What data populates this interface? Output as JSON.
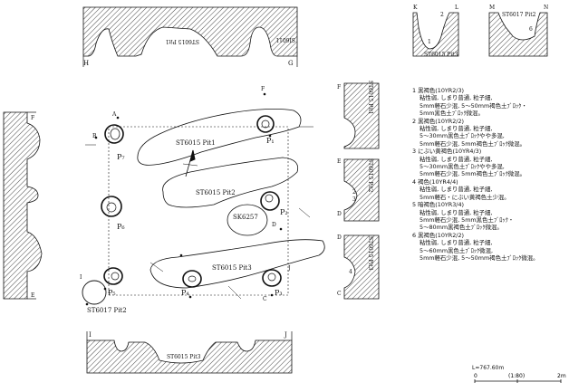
{
  "legend": [
    {
      "head": "1 黒褐色(10YR2/3)",
      "lines": [
        "粘性弱, しまり普通, 粒子細,",
        "5mm軽石少混, 5～50mm褐色土ﾌﾞﾛｯｸ・",
        "5mm黒色土ﾌﾞﾛｯｸ微混。"
      ]
    },
    {
      "head": "2 黒褐色(10YR2/2)",
      "lines": [
        "粘性弱, しまり普通, 粒子細,",
        "5～30mm黒色土ﾌﾞﾛｯｸやや多混,",
        "5mm軽石少混, 5mm褐色土ﾌﾞﾛｯｸ微混。"
      ]
    },
    {
      "head": "3 にぶい黄褐色(10YR4/3)",
      "lines": [
        "粘性弱, しまり普通, 粒子細,",
        "5～30mm黒色土ﾌﾞﾛｯｸやや多混,",
        "5mm軽石少混, 5mm褐色土ﾌﾞﾛｯｸ微混。"
      ]
    },
    {
      "head": "4 褐色(10YR4/4)",
      "lines": [
        "粘性弱, しまり普通, 粒子細,",
        "5mm軽石・にぶい黄褐色土少混。"
      ]
    },
    {
      "head": "5 暗褐色(10YR3/4)",
      "lines": [
        "粘性弱, しまり普通, 粒子細,",
        "5mm軽石少混, 5mm黒色土ﾌﾞﾛｯｸ・",
        "5～80mm黒褐色土ﾌﾞﾛｯｸ微混。"
      ]
    },
    {
      "head": "6 黒褐色(10YR2/2)",
      "lines": [
        "粘性弱, しまり普通, 粒子細,",
        "5～60mm黒色土ﾌﾞﾛｯｸ微混,",
        "5mm軽石少混, 5～50mm褐色土ﾌﾞﾛｯｸ微混。"
      ]
    }
  ],
  "plan_labels": {
    "pit1": "ST6015 Pit1",
    "pit2": "ST6015 Pit2",
    "pit3": "ST6015 Pit3",
    "sk": "SK6257",
    "st6017": "ST6017 Pit2",
    "p1": "P₁",
    "p2": "P₂",
    "p3": "P₃",
    "p4": "P₄",
    "p5": "P₅",
    "p6": "P₆",
    "p7": "P₇"
  },
  "section_labels": {
    "top_section": "ST6015 Pit1",
    "top_section_right": "SI6011",
    "bottom_section": "ST6015 Pit3",
    "right_s1": "ST6015 Pit1",
    "right_s2": "ST6015 Pit2",
    "right_s3": "ST6015 Pit3",
    "kl_inner": "ST6015 Pit3",
    "mn_inner": "ST6017 Pit2"
  },
  "section_letters": {
    "H": "H",
    "G": "G",
    "I": "I",
    "J": "J",
    "K": "K",
    "L": "L",
    "M": "M",
    "N": "N",
    "A": "A",
    "B": "B",
    "C": "C",
    "D": "D",
    "E": "E",
    "F": "F"
  },
  "layer_numbers": [
    "1",
    "2",
    "3",
    "4",
    "5",
    "6"
  ],
  "scale": {
    "elevation": "L=767.60m",
    "zero": "0",
    "ratio": "(1:80)",
    "max": "2m"
  }
}
